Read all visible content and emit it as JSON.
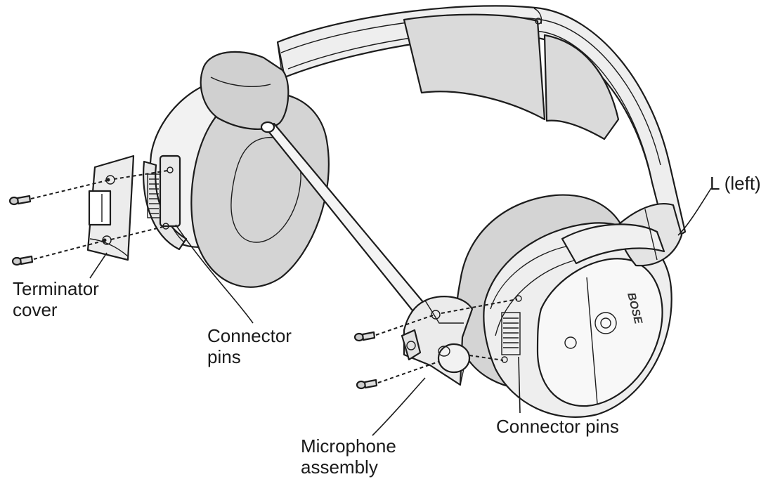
{
  "callouts": {
    "left_side": "L (left)",
    "terminator_cover": {
      "line1": "Terminator",
      "line2": "cover"
    },
    "connector_pins_left": {
      "line1": "Connector",
      "line2": "pins"
    },
    "connector_pins_right": "Connector pins",
    "microphone_assembly": {
      "line1": "Microphone",
      "line2": "assembly"
    }
  },
  "logo_text": "BOSE"
}
